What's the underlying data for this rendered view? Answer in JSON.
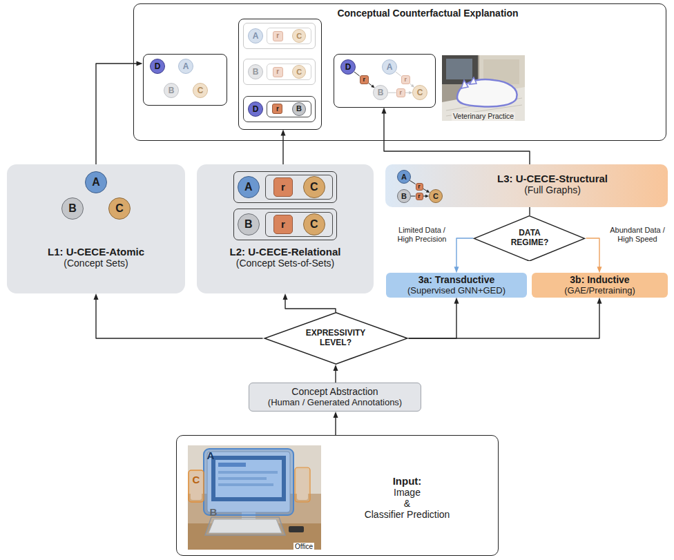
{
  "diagram": {
    "nodes": [
      {
        "text": [
          "Conceptual Counterfactual Explanation"
        ]
      },
      {
        "text": [],
        "in": 0
      },
      {
        "text": [
          "D"
        ],
        "in": 1
      },
      {
        "text": [
          "A"
        ],
        "in": 1
      },
      {
        "text": [
          "B"
        ],
        "in": 1
      },
      {
        "text": [
          "C"
        ],
        "in": 1
      },
      {
        "text": [],
        "in": 0
      },
      {
        "text": [],
        "in": 6
      },
      {
        "text": [
          "A"
        ],
        "in": 7
      },
      {
        "text": [],
        "in": 7
      },
      {
        "text": [
          "r"
        ],
        "in": 9
      },
      {
        "text": [
          "C"
        ],
        "in": 9
      },
      {
        "text": [],
        "in": 6
      },
      {
        "text": [
          "B"
        ],
        "in": 12
      },
      {
        "text": [],
        "in": 12
      },
      {
        "text": [
          "r"
        ],
        "in": 14
      },
      {
        "text": [
          "C"
        ],
        "in": 14
      },
      {
        "text": [],
        "in": 6
      },
      {
        "text": [
          "D"
        ],
        "in": 17
      },
      {
        "text": [],
        "in": 17
      },
      {
        "text": [
          "r"
        ],
        "in": 19
      },
      {
        "text": [
          "B"
        ],
        "in": 19
      },
      {
        "text": [],
        "in": 0
      },
      {
        "text": [
          "D"
        ],
        "in": 22
      },
      {
        "text": [
          "r"
        ],
        "in": 22
      },
      {
        "text": [
          "A"
        ],
        "in": 22
      },
      {
        "text": [
          "r"
        ],
        "in": 22
      },
      {
        "text": [
          "B"
        ],
        "in": 22
      },
      {
        "text": [
          "r"
        ],
        "in": 22
      },
      {
        "text": [
          "C"
        ],
        "in": 22
      },
      {
        "text": [
          "L1: U-CECE-Atomic",
          "(Concept Sets)"
        ]
      },
      {
        "text": [
          "A"
        ],
        "in": 30
      },
      {
        "text": [
          "B"
        ],
        "in": 30
      },
      {
        "text": [
          "C"
        ],
        "in": 30
      },
      {
        "text": [
          "L2: U-CECE-Relational",
          "(Concept Sets-of-Sets)"
        ]
      },
      {
        "text": [],
        "in": 34
      },
      {
        "text": [
          "A"
        ],
        "in": 35
      },
      {
        "text": [],
        "in": 35
      },
      {
        "text": [
          "r"
        ],
        "in": 37
      },
      {
        "text": [
          "C"
        ],
        "in": 37
      },
      {
        "text": [],
        "in": 34
      },
      {
        "text": [
          "B"
        ],
        "in": 40
      },
      {
        "text": [],
        "in": 40
      },
      {
        "text": [
          "r"
        ],
        "in": 42
      },
      {
        "text": [
          "C"
        ],
        "in": 42
      },
      {
        "text": [
          "L3: U-CECE-Structural",
          "(Full Graphs)"
        ]
      },
      {
        "text": [
          "A"
        ],
        "in": 45
      },
      {
        "text": [
          "r"
        ],
        "in": 45
      },
      {
        "text": [
          "B"
        ],
        "in": 45
      },
      {
        "text": [
          "r"
        ],
        "in": 45
      },
      {
        "text": [
          "C"
        ],
        "in": 45
      },
      {
        "text": [
          "DATA REGIME?"
        ]
      },
      {
        "text": [
          "3a: Transductive",
          "(Supervised GNN+GED)"
        ]
      },
      {
        "text": [
          "3b: Inductive",
          "(GAE/Pretraining)"
        ]
      },
      {
        "text": [
          "EXPRESSIVITY LEVEL?"
        ]
      },
      {
        "text": [
          "Concept Abstraction",
          "(Human / Generated Annotations)"
        ]
      },
      {
        "text": [
          "Input:",
          "Image",
          "&",
          "Classifier Prediction"
        ]
      }
    ],
    "edges": [
      {
        "from": 56,
        "to": 55,
        "arrow": "to"
      },
      {
        "from": 55,
        "to": 54,
        "arrow": "to"
      },
      {
        "from": 54,
        "to": 30,
        "arrow": "to"
      },
      {
        "from": 54,
        "to": 34,
        "arrow": "to"
      },
      {
        "from": 54,
        "to": 52,
        "arrow": "to"
      },
      {
        "from": 54,
        "to": 53,
        "arrow": "to"
      },
      {
        "from": 45,
        "to": 51,
        "arrow": "none"
      },
      {
        "from": 51,
        "to": 52,
        "arrow": "to"
      },
      {
        "from": 51,
        "to": 53,
        "arrow": "to"
      },
      {
        "from": 30,
        "to": 1,
        "arrow": "to"
      },
      {
        "from": 34,
        "to": 6,
        "arrow": "to"
      },
      {
        "from": 45,
        "to": 22,
        "arrow": "to"
      },
      {
        "from": 23,
        "to": 24,
        "arrow": "none"
      },
      {
        "from": 24,
        "to": 27,
        "arrow": "to"
      },
      {
        "from": 25,
        "to": 26,
        "arrow": "none"
      },
      {
        "from": 26,
        "to": 29,
        "arrow": "to"
      },
      {
        "from": 27,
        "to": 28,
        "arrow": "none"
      },
      {
        "from": 28,
        "to": 29,
        "arrow": "to"
      },
      {
        "from": 46,
        "to": 47,
        "arrow": "none"
      },
      {
        "from": 47,
        "to": 50,
        "arrow": "to"
      },
      {
        "from": 48,
        "to": 49,
        "arrow": "none"
      },
      {
        "from": 49,
        "to": 50,
        "arrow": "to"
      }
    ],
    "labels": [
      "Veterinary Practice",
      "Limited Data / High Precision",
      "Abundant Data / High Speed",
      "A",
      "C",
      "B",
      "Office"
    ]
  }
}
